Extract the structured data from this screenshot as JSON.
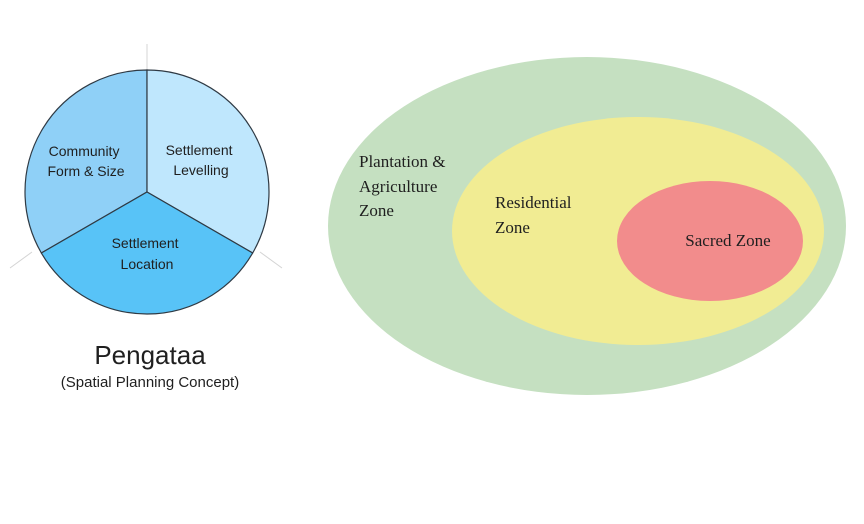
{
  "pie": {
    "segments": [
      {
        "lines": [
          "Community",
          "Form & Size"
        ],
        "color": "#8fd0f7"
      },
      {
        "lines": [
          "Settlement",
          "Levelling"
        ],
        "color": "#bfe7fd"
      },
      {
        "lines": [
          "Settlement",
          "Location"
        ],
        "color": "#58c3f7"
      }
    ],
    "title": "Pengataa",
    "subtitle": "(Spatial Planning Concept)",
    "stroke_color": "#2f3a44"
  },
  "zones": {
    "outer": {
      "lines": [
        "Plantation &",
        "Agriculture",
        "Zone"
      ],
      "color": "#c5e0c1"
    },
    "middle": {
      "lines": [
        "Residential",
        "Zone"
      ],
      "color": "#f1ec93"
    },
    "inner": {
      "lines": [
        "Sacred Zone"
      ],
      "color": "#f28c8c"
    }
  }
}
